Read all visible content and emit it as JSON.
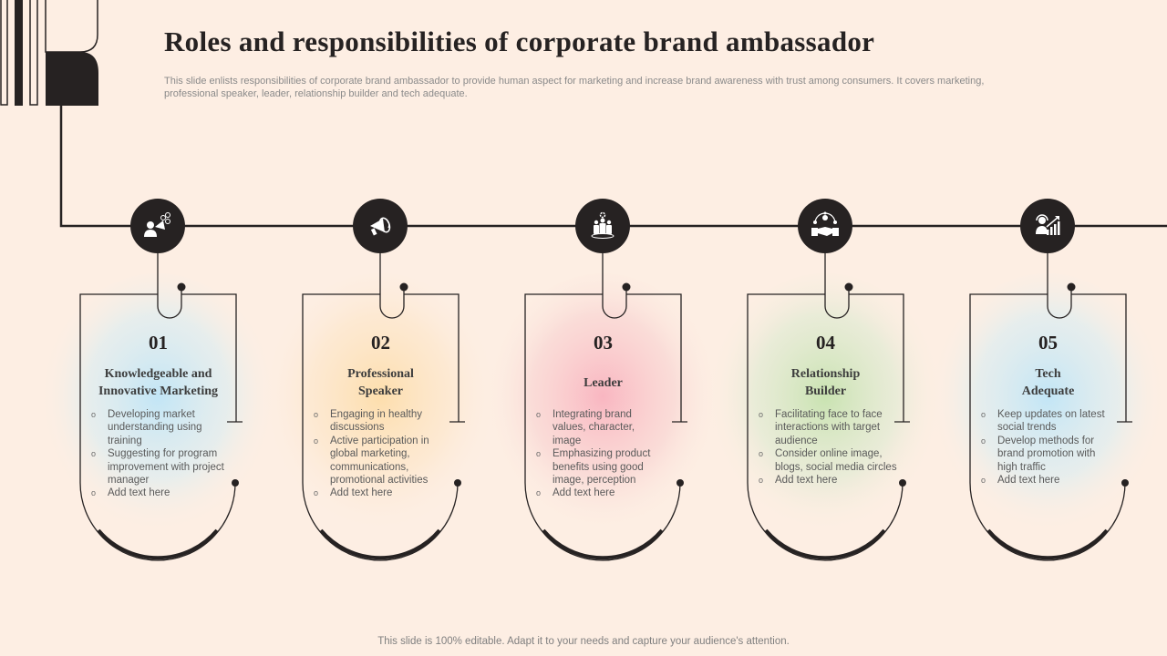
{
  "header": {
    "title": "Roles and responsibilities of corporate brand ambassador",
    "subtitle": "This slide enlists responsibilities of corporate brand ambassador to provide human aspect for marketing and increase brand awareness with trust among consumers. It covers marketing, professional speaker, leader, relationship builder and tech adequate."
  },
  "colors": {
    "background": "#fdeee3",
    "dark": "#262222",
    "glow": [
      "#bfe3f5",
      "#fde0b0",
      "#f9b9c3",
      "#cfe5b8",
      "#bfe3f5"
    ]
  },
  "roles": [
    {
      "number": "01",
      "heading_line1": "Knowledgeable and",
      "heading_line2": "Innovative Marketing",
      "icon": "marketing-megaphone-person-icon",
      "bullets": [
        "Developing market understanding using training",
        "Suggesting for program improvement with project manager",
        "Add text here"
      ]
    },
    {
      "number": "02",
      "heading_line1": "Professional",
      "heading_line2": "Speaker",
      "icon": "megaphone-icon",
      "bullets": [
        "Engaging in healthy discussions",
        "Active  participation in global marketing, communications, promotional activities",
        "Add text here"
      ]
    },
    {
      "number": "03",
      "heading_line1": "Leader",
      "heading_line2": "",
      "icon": "team-gear-icon",
      "bullets": [
        "Integrating brand values, character, image",
        "Emphasizing product benefits using good image, perception",
        "Add text here"
      ]
    },
    {
      "number": "04",
      "heading_line1": "Relationship",
      "heading_line2": "Builder",
      "icon": "handshake-network-icon",
      "bullets": [
        "Facilitating face to face interactions with target audience",
        "Consider online image, blogs, social media circles",
        "Add text here"
      ]
    },
    {
      "number": "05",
      "heading_line1": "Tech",
      "heading_line2": "Adequate",
      "icon": "headset-growth-chart-icon",
      "bullets": [
        "Keep updates on latest social trends",
        "Develop methods for brand promotion with high traffic",
        "Add text here"
      ]
    }
  ],
  "footer": {
    "note": "This slide is 100% editable. Adapt it to your needs and capture your audience's attention."
  }
}
